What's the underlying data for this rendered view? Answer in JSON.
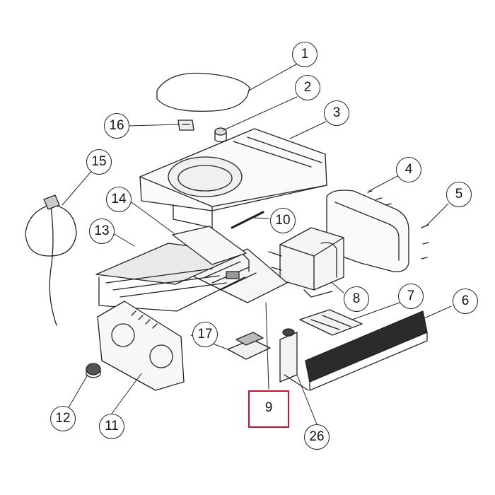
{
  "diagram": {
    "callouts": [
      {
        "id": "c1",
        "label": "1"
      },
      {
        "id": "c2",
        "label": "2"
      },
      {
        "id": "c3",
        "label": "3"
      },
      {
        "id": "c4",
        "label": "4"
      },
      {
        "id": "c5",
        "label": "5"
      },
      {
        "id": "c6",
        "label": "6"
      },
      {
        "id": "c7",
        "label": "7"
      },
      {
        "id": "c8",
        "label": "8"
      },
      {
        "id": "c9",
        "label": "9"
      },
      {
        "id": "c10",
        "label": "10"
      },
      {
        "id": "c11",
        "label": "11"
      },
      {
        "id": "c12",
        "label": "12"
      },
      {
        "id": "c13",
        "label": "13"
      },
      {
        "id": "c14",
        "label": "14"
      },
      {
        "id": "c15",
        "label": "15"
      },
      {
        "id": "c16",
        "label": "16"
      },
      {
        "id": "c17",
        "label": "17"
      },
      {
        "id": "c26",
        "label": "26"
      }
    ],
    "highlighted_part": "9",
    "highlight_color": "#c8102e",
    "line_color": "#222222"
  }
}
